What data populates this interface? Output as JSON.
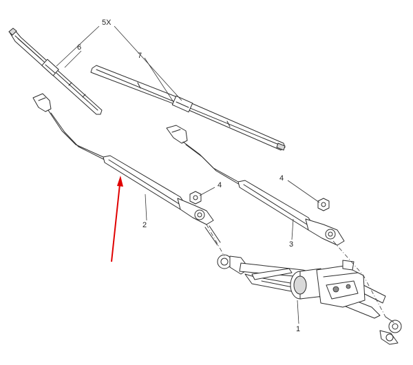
{
  "callouts": {
    "quantity": "5X",
    "blade_passenger": "6",
    "blade_driver": "7",
    "arm_left": "2",
    "arm_right": "3",
    "nut_left": "4",
    "nut_right": "4",
    "motor_linkage": "1"
  },
  "colors": {
    "line_art": "#2a2a2a",
    "pointer_arrow": "#e00000"
  }
}
